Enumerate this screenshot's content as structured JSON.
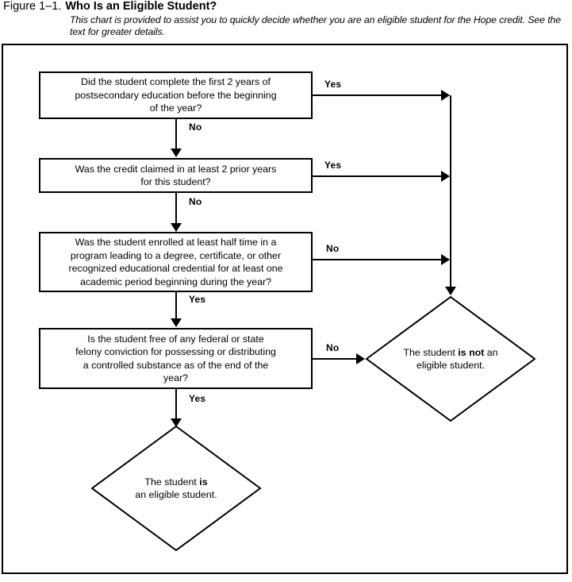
{
  "caption": {
    "figure_number": "Figure 1–1.",
    "title": "Who Is an Eligible Student?",
    "subtitle": "This chart is provided to assist you to quickly decide whether you are an eligible student for the Hope credit. See the text for greater details."
  },
  "chart_data": {
    "type": "flowchart",
    "title": "Who Is an Eligible Student?",
    "nodes": [
      {
        "id": "q1",
        "shape": "rect",
        "text": "Did the student complete the first 2 years of postsecondary education before the beginning of the year?"
      },
      {
        "id": "q2",
        "shape": "rect",
        "text": "Was the credit claimed in at least 2 prior years for this student?"
      },
      {
        "id": "q3",
        "shape": "rect",
        "text": "Was the student enrolled at least half time in a program leading to a degree, certificate, or other recognized educational credential for at least one academic period beginning during the year?"
      },
      {
        "id": "q4",
        "shape": "rect",
        "text": "Is the student free of any federal or state felony conviction for possessing or distributing a controlled substance as of the end of the year?"
      },
      {
        "id": "not_eligible",
        "shape": "diamond",
        "text": "The student is not an eligible student.",
        "text_prefix": "The student ",
        "text_emphasis": "is not",
        "text_suffix": " an",
        "text_line2": "eligible student."
      },
      {
        "id": "eligible",
        "shape": "diamond",
        "text": "The student is an eligible student.",
        "text_prefix": "The student ",
        "text_emphasis": "is",
        "text_suffix": "",
        "text_line2": "an eligible student."
      }
    ],
    "edges": [
      {
        "from": "q1",
        "to": "not_eligible",
        "label": "Yes"
      },
      {
        "from": "q1",
        "to": "q2",
        "label": "No"
      },
      {
        "from": "q2",
        "to": "not_eligible",
        "label": "Yes"
      },
      {
        "from": "q2",
        "to": "q3",
        "label": "No"
      },
      {
        "from": "q3",
        "to": "not_eligible",
        "label": "No"
      },
      {
        "from": "q3",
        "to": "q4",
        "label": "Yes"
      },
      {
        "from": "q4",
        "to": "not_eligible",
        "label": "No"
      },
      {
        "from": "q4",
        "to": "eligible",
        "label": "Yes"
      }
    ]
  },
  "boxes": {
    "q1": {
      "line1": "Did the student complete the first 2 years of",
      "line2": "postsecondary education before the beginning",
      "line3": "of the year?"
    },
    "q2": {
      "line1": "Was the credit claimed in at least 2 prior years",
      "line2": "for this student?"
    },
    "q3": {
      "line1": "Was the student enrolled at least half time in a",
      "line2": "program leading to a degree, certificate, or other",
      "line3": "recognized educational credential for at least one",
      "line4": "academic period beginning during the year?"
    },
    "q4": {
      "line1": "Is the student free of any federal or state",
      "line2": "felony conviction for possessing or distributing",
      "line3": "a controlled substance as of the end of the",
      "line4": "year?"
    }
  },
  "diamonds": {
    "not_eligible": {
      "prefix": "The student ",
      "emphasis": "is not",
      "suffix": " an",
      "line2": "eligible student."
    },
    "eligible": {
      "prefix": "The student ",
      "emphasis": "is",
      "suffix": "",
      "line2": "an eligible student."
    }
  },
  "labels": {
    "q1_yes": "Yes",
    "q1_no": "No",
    "q2_yes": "Yes",
    "q2_no": "No",
    "q3_no": "No",
    "q3_yes": "Yes",
    "q4_no": "No",
    "q4_yes": "Yes"
  },
  "colors": {
    "stroke": "#000000",
    "background": "#ffffff",
    "text": "#000000"
  }
}
